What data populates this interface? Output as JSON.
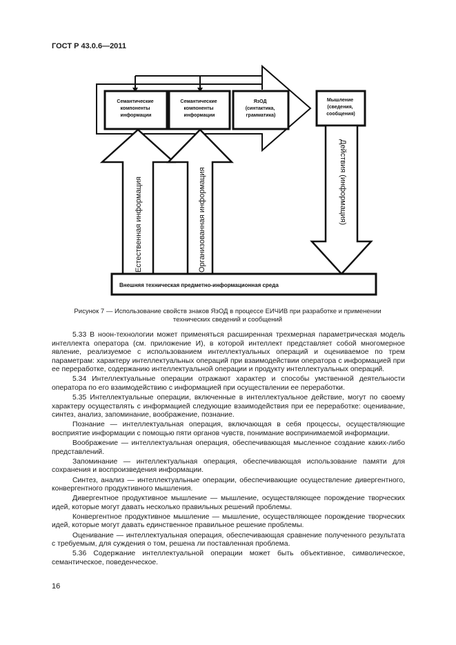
{
  "header": {
    "doc_code": "ГОСТ Р 43.0.6—2011"
  },
  "diagram": {
    "box1": [
      "Семантические",
      "компоненты",
      "информации"
    ],
    "box2": [
      "Семантические",
      "компоненты",
      "информации"
    ],
    "box3": [
      "ЯзОД",
      "(синтактика,",
      "грамматика)"
    ],
    "box4": [
      "Мышление",
      "(сведения,",
      "сообщения)"
    ],
    "env_label": "Внешняя техническая предметно-информационная среда",
    "arrow1_label": "Естественная информация",
    "arrow2_label": "Организованная информация",
    "arrow3_label": "Действия (информация)"
  },
  "caption": {
    "line1": "Рисунок 7 — Использование свойств знаков ЯзОД в процессе ЕИЧИВ при разработке и применении",
    "line2": "технических сведений и сообщений"
  },
  "paragraphs": [
    "5.33 В ноон-технологии может применяться расширенная трехмерная параметрическая модель интеллекта оператора (см. приложение И), в которой интеллект представляет собой многомерное явление, реализуемое с использованием интеллектуальных операций и оцениваемое по трем параметрам: характеру интеллектуальных операций при взаимодействии оператора с информацией при ее переработке, содержанию интеллектуальной операции и продукту интеллектуальных операций.",
    "5.34 Интеллектуальные операции отражают характер и способы умственной деятельности оператора по его взаимодействию с информацией при осуществлении ее переработки.",
    "5.35 Интеллектуальные операции, включенные в интеллектуальное действие, могут по своему характеру осуществлять с информацией следующие взаимодействия при ее переработке: оценивание, синтез, анализ, запоминание, воображение, познание.",
    "Познание — интеллектуальная операция, включающая в себя процессы, осуществляющие восприятие информации с помощью пяти органов чувств, понимание воспринимаемой информации.",
    "Воображение — интеллектуальная операция, обеспечивающая мысленное создание каких-либо представлений.",
    "Запоминание — интеллектуальная операция, обеспечивающая использование памяти для сохранения и воспроизведения информации.",
    "Синтез, анализ — интеллектуальные операции, обеспечивающие осуществление дивергентного, конвергентного продуктивного мышления.",
    "Дивергентное продуктивное мышление — мышление, осуществляющее порождение творческих идей, которые могут давать несколько правильных решений проблемы.",
    "Конвергентное продуктивное мышление — мышление, осуществляющее порождение творческих идей, которые могут давать единственное правильное решение проблемы.",
    "Оценивание — интеллектуальная операция, обеспечивающая сравнение полученного результата с требуемым, для суждения о том, решена ли поставленная проблема.",
    "5.36 Содержание интеллектуальной операции может быть объективное, символическое, семантическое, поведенческое."
  ],
  "page_number": "16"
}
